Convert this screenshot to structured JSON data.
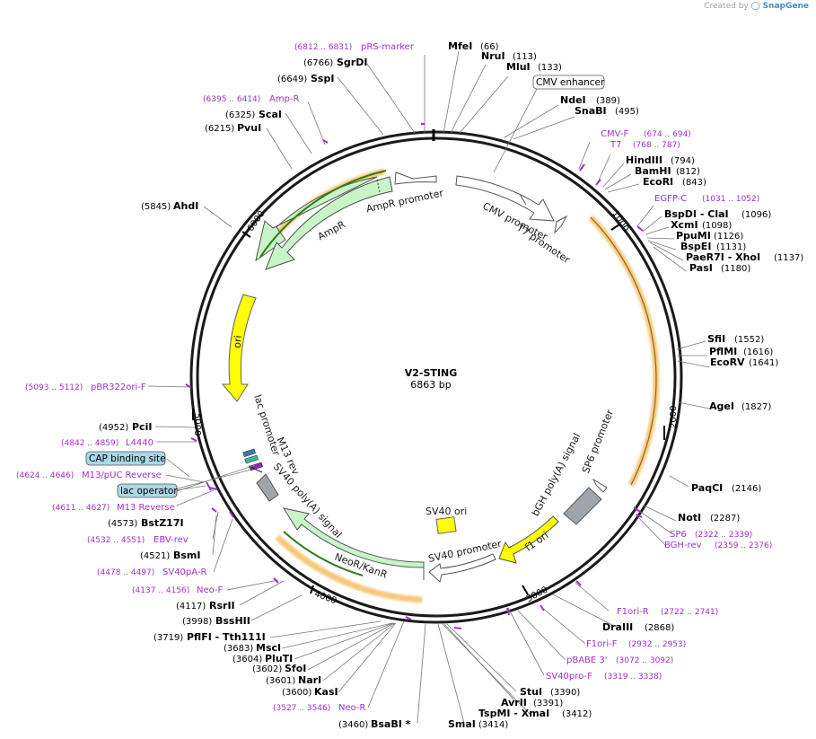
{
  "credit": {
    "prefix": "Created by",
    "brand": "SnapGene"
  },
  "plasmid": {
    "name": "V2-STING",
    "length_label": "6863 bp",
    "length": 6863
  },
  "colors": {
    "backbone": "#1a1a1a",
    "primer": "#a031c9",
    "enzyme": "#000000",
    "feature_green": "#c8f5c8",
    "feature_yellow": "#ffff00",
    "feature_gray": "#9ea5ab",
    "orange_glow": "#f5b040",
    "leader": "#777777",
    "boxed_blue": "#a9d8e6"
  },
  "ticks": [
    {
      "bp": 1000,
      "label": "1000"
    },
    {
      "bp": 2000,
      "label": "2000"
    },
    {
      "bp": 3000,
      "label": "3000"
    },
    {
      "bp": 4000,
      "label": "4000"
    },
    {
      "bp": 5000,
      "label": "5000"
    },
    {
      "bp": 6000,
      "label": "6000"
    }
  ],
  "enzymes": [
    {
      "name": "MfeI",
      "pos": "(66)"
    },
    {
      "name": "NruI",
      "pos": "(113)"
    },
    {
      "name": "MluI",
      "pos": "(133)"
    },
    {
      "name": "NdeI",
      "pos": "(389)"
    },
    {
      "name": "SnaBI",
      "pos": "(495)"
    },
    {
      "name": "HindIII",
      "pos": "(794)"
    },
    {
      "name": "BamHI",
      "pos": "(812)"
    },
    {
      "name": "EcoRI",
      "pos": "(843)"
    },
    {
      "name": "BspDI",
      "extra": " - ClaI",
      "pos": "(1096)"
    },
    {
      "name": "XcmI",
      "pos": "(1098)"
    },
    {
      "name": "PpuMI",
      "pos": "(1126)"
    },
    {
      "name": "BspEI",
      "pos": "(1131)"
    },
    {
      "name": "PaeR7I",
      "extra": " - XhoI",
      "pos": "(1137)"
    },
    {
      "name": "PasI",
      "pos": "(1180)"
    },
    {
      "name": "SfiI",
      "pos": "(1552)"
    },
    {
      "name": "PflMI",
      "pos": "(1616)"
    },
    {
      "name": "EcoRV",
      "pos": "(1641)"
    },
    {
      "name": "AgeI",
      "pos": "(1827)"
    },
    {
      "name": "PaqCI",
      "pos": "(2146)"
    },
    {
      "name": "NotI",
      "pos": "(2287)"
    },
    {
      "name": "DraIII",
      "pos": "(2868)"
    },
    {
      "name": "StuI",
      "pos": "(3390)"
    },
    {
      "name": "AvrII",
      "pos": "(3391)"
    },
    {
      "name": "TspMI",
      "extra": " - XmaI",
      "pos": "(3412)"
    },
    {
      "name": "SmaI",
      "pos": "(3414)"
    },
    {
      "name": "BsaBI",
      "extra": " *",
      "pos": "(3460)"
    },
    {
      "name": "KasI",
      "pos": "(3600)"
    },
    {
      "name": "NarI",
      "pos": "(3601)"
    },
    {
      "name": "SfoI",
      "pos": "(3602)"
    },
    {
      "name": "PluTI",
      "pos": "(3604)"
    },
    {
      "name": "MscI",
      "pos": "(3683)"
    },
    {
      "name": "PflFI",
      "extra": " - Tth111I",
      "pos": "(3719)"
    },
    {
      "name": "BssHII",
      "pos": "(3998)"
    },
    {
      "name": "RsrII",
      "pos": "(4117)"
    },
    {
      "name": "BsmI",
      "pos": "(4521)"
    },
    {
      "name": "BstZ17I",
      "pos": "(4573)"
    },
    {
      "name": "PciI",
      "pos": "(4952)"
    },
    {
      "name": "AhdI",
      "pos": "(5845)"
    },
    {
      "name": "PvuI",
      "pos": "(6215)"
    },
    {
      "name": "ScaI",
      "pos": "(6325)"
    },
    {
      "name": "SspI",
      "pos": "(6649)"
    },
    {
      "name": "SgrDI",
      "pos": "(6766)"
    }
  ],
  "primers": [
    {
      "name": "pRS-marker",
      "range": "(6812 .. 6831)"
    },
    {
      "name": "Amp-R",
      "range": "(6395 .. 6414)"
    },
    {
      "name": "CMV-F",
      "range": "(674 .. 694)"
    },
    {
      "name": "T7",
      "range": "(768 .. 787)"
    },
    {
      "name": "EGFP-C",
      "range": "(1031 .. 1052)"
    },
    {
      "name": "SP6",
      "range": "(2322 .. 2339)"
    },
    {
      "name": "BGH-rev",
      "range": "(2359 .. 2376)"
    },
    {
      "name": "F1ori-R",
      "range": "(2722 .. 2741)"
    },
    {
      "name": "F1ori-F",
      "range": "(2932 .. 2953)"
    },
    {
      "name": "pBABE 3'",
      "range": "(3072 .. 3092)"
    },
    {
      "name": "SV40pro-F",
      "range": "(3319 .. 3338)"
    },
    {
      "name": "Neo-R",
      "range": "(3527 .. 3546)"
    },
    {
      "name": "Neo-F",
      "range": "(4137 .. 4156)"
    },
    {
      "name": "SV40pA-R",
      "range": "(4478 .. 4497)"
    },
    {
      "name": "EBV-rev",
      "range": "(4532 .. 4551)"
    },
    {
      "name": "M13 Reverse",
      "range": "(4611 .. 4627)"
    },
    {
      "name": "M13/pUC Reverse",
      "range": "(4624 .. 4646)"
    },
    {
      "name": "L4440",
      "range": "(4842 .. 4859)"
    },
    {
      "name": "pBR322ori-F",
      "range": "(5093 .. 5112)"
    }
  ],
  "boxed_labels": [
    {
      "name": "CMV enhancer"
    },
    {
      "name": "CAP binding site"
    },
    {
      "name": "lac operator"
    }
  ],
  "features": [
    {
      "name": "CMV promoter",
      "start": 380,
      "end": 584,
      "type": "promoter"
    },
    {
      "name": "T7 promoter",
      "start": 629,
      "end": 647,
      "type": "promoter"
    },
    {
      "name": "bGH poly(A) signal",
      "start": 2169,
      "end": 2393,
      "type": "terminator"
    },
    {
      "name": "SP6 promoter",
      "start": 2397,
      "end": 2415,
      "type": "promoter"
    },
    {
      "name": "f1 ori",
      "start": 2557,
      "end": 2871,
      "type": "origin"
    },
    {
      "name": "SV40 promoter",
      "start": 2877,
      "end": 3219,
      "type": "promoter"
    },
    {
      "name": "SV40 ori",
      "type": "origin"
    },
    {
      "name": "NeoR/KanR",
      "start": 3266,
      "end": 4060,
      "type": "marker"
    },
    {
      "name": "SV40 poly(A) signal",
      "start": 4234,
      "end": 4355,
      "type": "terminator"
    },
    {
      "name": "M13 rev",
      "type": "primer_bind"
    },
    {
      "name": "lac promoter",
      "type": "promoter"
    },
    {
      "name": "ori",
      "start": 4910,
      "end": 5498,
      "type": "origin"
    },
    {
      "name": "AmpR",
      "start": 5669,
      "end": 6329,
      "type": "marker"
    },
    {
      "name": "AmpR promoter",
      "start": 6330,
      "end": 6434,
      "type": "promoter"
    }
  ]
}
